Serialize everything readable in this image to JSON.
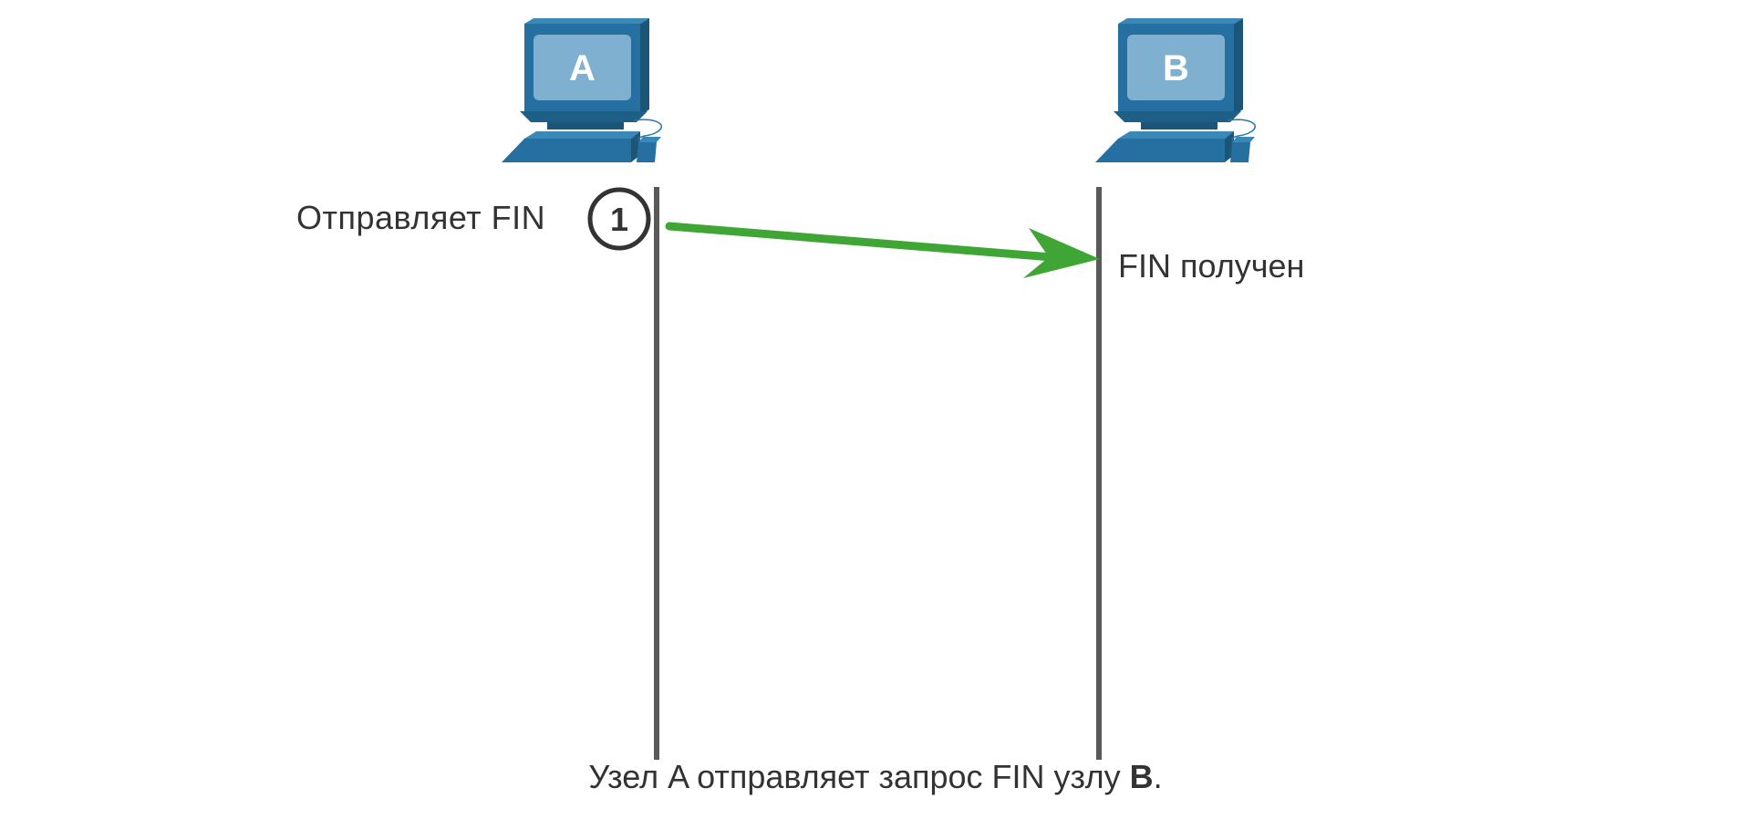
{
  "hosts": [
    {
      "id": "A",
      "label": "A"
    },
    {
      "id": "B",
      "label": "B"
    }
  ],
  "step": {
    "number": "1",
    "sender_label": "Отправляет FIN",
    "receiver_label": "FIN получен"
  },
  "caption": {
    "before": "Узел A отправляет запрос FIN узлу ",
    "bold": "B",
    "after": "."
  },
  "colors": {
    "computer_dark": "#1e5f87",
    "computer_mid": "#2a76a6",
    "screen": "#7fb0cf",
    "timeline": "#595959",
    "arrow": "#3fa535",
    "text": "#333333"
  },
  "icons": {
    "host": "desktop-computer-icon",
    "step": "numbered-circle-icon"
  }
}
